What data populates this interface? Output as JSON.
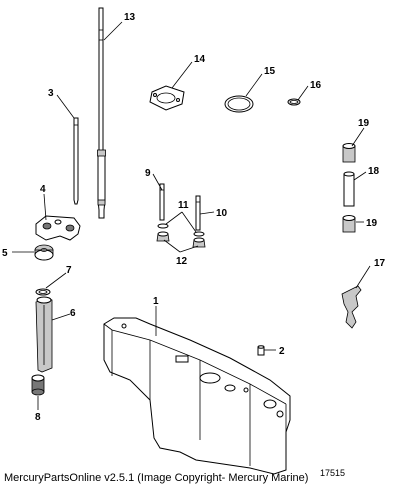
{
  "callouts": {
    "c1": "1",
    "c2": "2",
    "c3": "3",
    "c4": "4",
    "c5": "5",
    "c6": "6",
    "c7": "7",
    "c8": "8",
    "c9": "9",
    "c10": "10",
    "c11": "11",
    "c12": "12",
    "c13": "13",
    "c14": "14",
    "c15": "15",
    "c16": "16",
    "c17": "17",
    "c18": "18",
    "c19a": "19",
    "c19b": "19"
  },
  "footer": {
    "copyright": "MercuryPartsOnline v2.5.1 (Image Copyright- Mercury Marine)",
    "drawing_number": "17515"
  }
}
